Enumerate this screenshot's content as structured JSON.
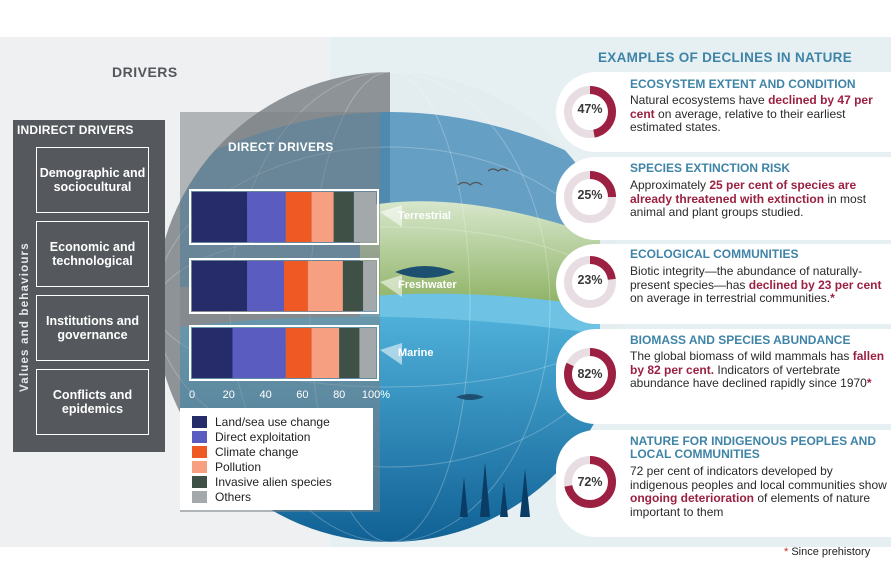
{
  "left": {
    "drivers_title": "DRIVERS",
    "indirect_title": "INDIRECT DRIVERS",
    "values_label": "Values and behaviours",
    "indirect_items": [
      "Demographic and sociocultural",
      "Economic and technological",
      "Institutions and governance",
      "Conflicts and epidemics"
    ],
    "direct_title": "DIRECT DRIVERS",
    "realms": [
      "Terrestrial",
      "Freshwater",
      "Marine"
    ]
  },
  "chart_data": {
    "type": "bar",
    "orientation": "horizontal-stacked",
    "title": "DIRECT DRIVERS",
    "categories": [
      "Terrestrial",
      "Freshwater",
      "Marine"
    ],
    "xlim": [
      0,
      100
    ],
    "xticks": [
      "0",
      "20",
      "40",
      "60",
      "80",
      "100%"
    ],
    "series": [
      {
        "name": "Land/sea use change",
        "color": "#262b6a",
        "values": [
          30,
          30,
          22
        ]
      },
      {
        "name": "Direct exploitation",
        "color": "#5a5cc0",
        "values": [
          21,
          20,
          29
        ]
      },
      {
        "name": "Climate change",
        "color": "#ef5a24",
        "values": [
          14,
          13,
          14
        ]
      },
      {
        "name": "Pollution",
        "color": "#f7a081",
        "values": [
          12,
          19,
          15
        ]
      },
      {
        "name": "Invasive alien species",
        "color": "#3f5047",
        "values": [
          11,
          11,
          11
        ]
      },
      {
        "name": "Others",
        "color": "#a3a8aa",
        "values": [
          12,
          7,
          9
        ]
      }
    ]
  },
  "right": {
    "title": "EXAMPLES OF DECLINES IN NATURE",
    "cards": [
      {
        "pct": "47%",
        "value": 47,
        "title": "ECOSYSTEM EXTENT AND CONDITION",
        "pre": "Natural ecosystems have ",
        "bold": "declined by 47 per cent",
        "post": " on average, relative to their earliest estimated states.",
        "star": ""
      },
      {
        "pct": "25%",
        "value": 25,
        "title": "SPECIES EXTINCTION RISK",
        "pre": "Approximately ",
        "bold": "25 per cent of species are already threatened with extinction",
        "post": " in most animal and plant groups studied.",
        "star": ""
      },
      {
        "pct": "23%",
        "value": 23,
        "title": "ECOLOGICAL COMMUNITIES",
        "pre": "Biotic integrity—the abundance of naturally-present species—has ",
        "bold": "declined by 23 per cent",
        "post": " on average in terrestrial communities.",
        "star": "*"
      },
      {
        "pct": "82%",
        "value": 82,
        "title": "BIOMASS AND SPECIES ABUNDANCE",
        "pre": "The global biomass of wild mammals has ",
        "bold": "fallen by 82 per cent.",
        "post": " Indicators of vertebrate abundance have declined rapidly since 1970",
        "star": "*"
      },
      {
        "pct": "72%",
        "value": 72,
        "title": "NATURE FOR INDIGENOUS PEOPLES AND LOCAL COMMUNITIES",
        "pre": "72 per cent of indicators developed by indigenous peoples and local communities show ",
        "bold": "ongoing deterioration",
        "post": " of elements of nature important to them",
        "star": ""
      }
    ],
    "footnote_star": "*",
    "footnote": " Since prehistory"
  },
  "colors": {
    "accent_blue": "#3f84a7",
    "ring_dark": "#9b2041",
    "ring_light": "#e8dde3",
    "panel_gray": "#55595d"
  }
}
